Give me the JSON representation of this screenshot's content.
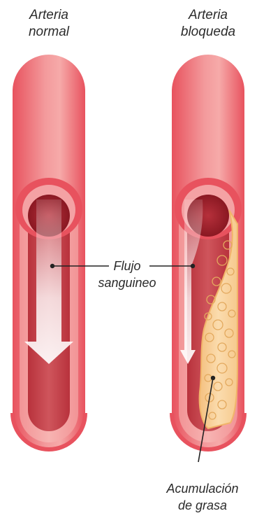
{
  "arteries": {
    "normal": {
      "title_line1": "Arteria",
      "title_line2": "normal"
    },
    "blocked": {
      "title_line1": "Arteria",
      "title_line2": "bloqueda"
    }
  },
  "annotations": {
    "flow_line1": "Flujo",
    "flow_line2": "sanguineo",
    "fat_line1": "Acumulación",
    "fat_line2": "de grasa"
  },
  "colors": {
    "artery_outer": "#ec5f6b",
    "artery_light": "#f4a2a4",
    "artery_inner": "#c4464f",
    "lumen_dark": "#9e1f2a",
    "plaque": "#f5c98f",
    "plaque_light": "#fbe2bd",
    "arrow": "#ffffff"
  }
}
